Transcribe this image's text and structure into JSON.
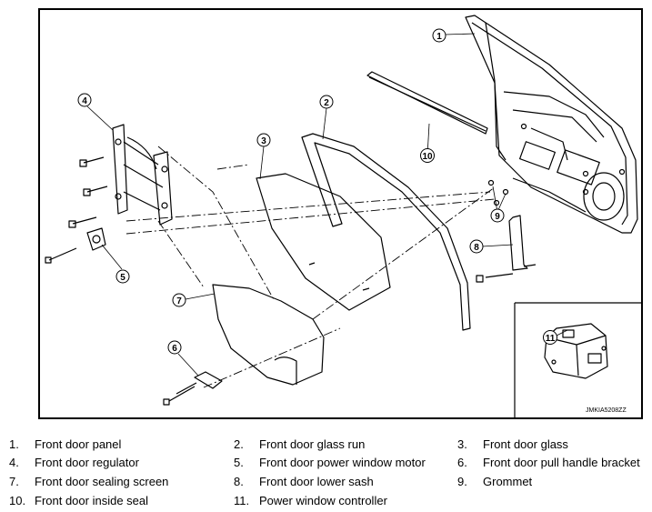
{
  "diagram": {
    "image_code": "JMKIA5208ZZ",
    "callouts": [
      "1",
      "2",
      "3",
      "4",
      "5",
      "6",
      "7",
      "8",
      "9",
      "10",
      "11"
    ]
  },
  "legend": [
    {
      "num": "1.",
      "text": "Front door panel"
    },
    {
      "num": "2.",
      "text": "Front door glass run"
    },
    {
      "num": "3.",
      "text": "Front door glass"
    },
    {
      "num": "4.",
      "text": "Front door regulator"
    },
    {
      "num": "5.",
      "text": "Front door power window motor"
    },
    {
      "num": "6.",
      "text": "Front door pull handle bracket"
    },
    {
      "num": "7.",
      "text": "Front door sealing screen"
    },
    {
      "num": "8.",
      "text": "Front door lower sash"
    },
    {
      "num": "9.",
      "text": "Grommet"
    },
    {
      "num": "10.",
      "text": "Front door inside seal"
    },
    {
      "num": "11.",
      "text": "Power window controller"
    }
  ]
}
